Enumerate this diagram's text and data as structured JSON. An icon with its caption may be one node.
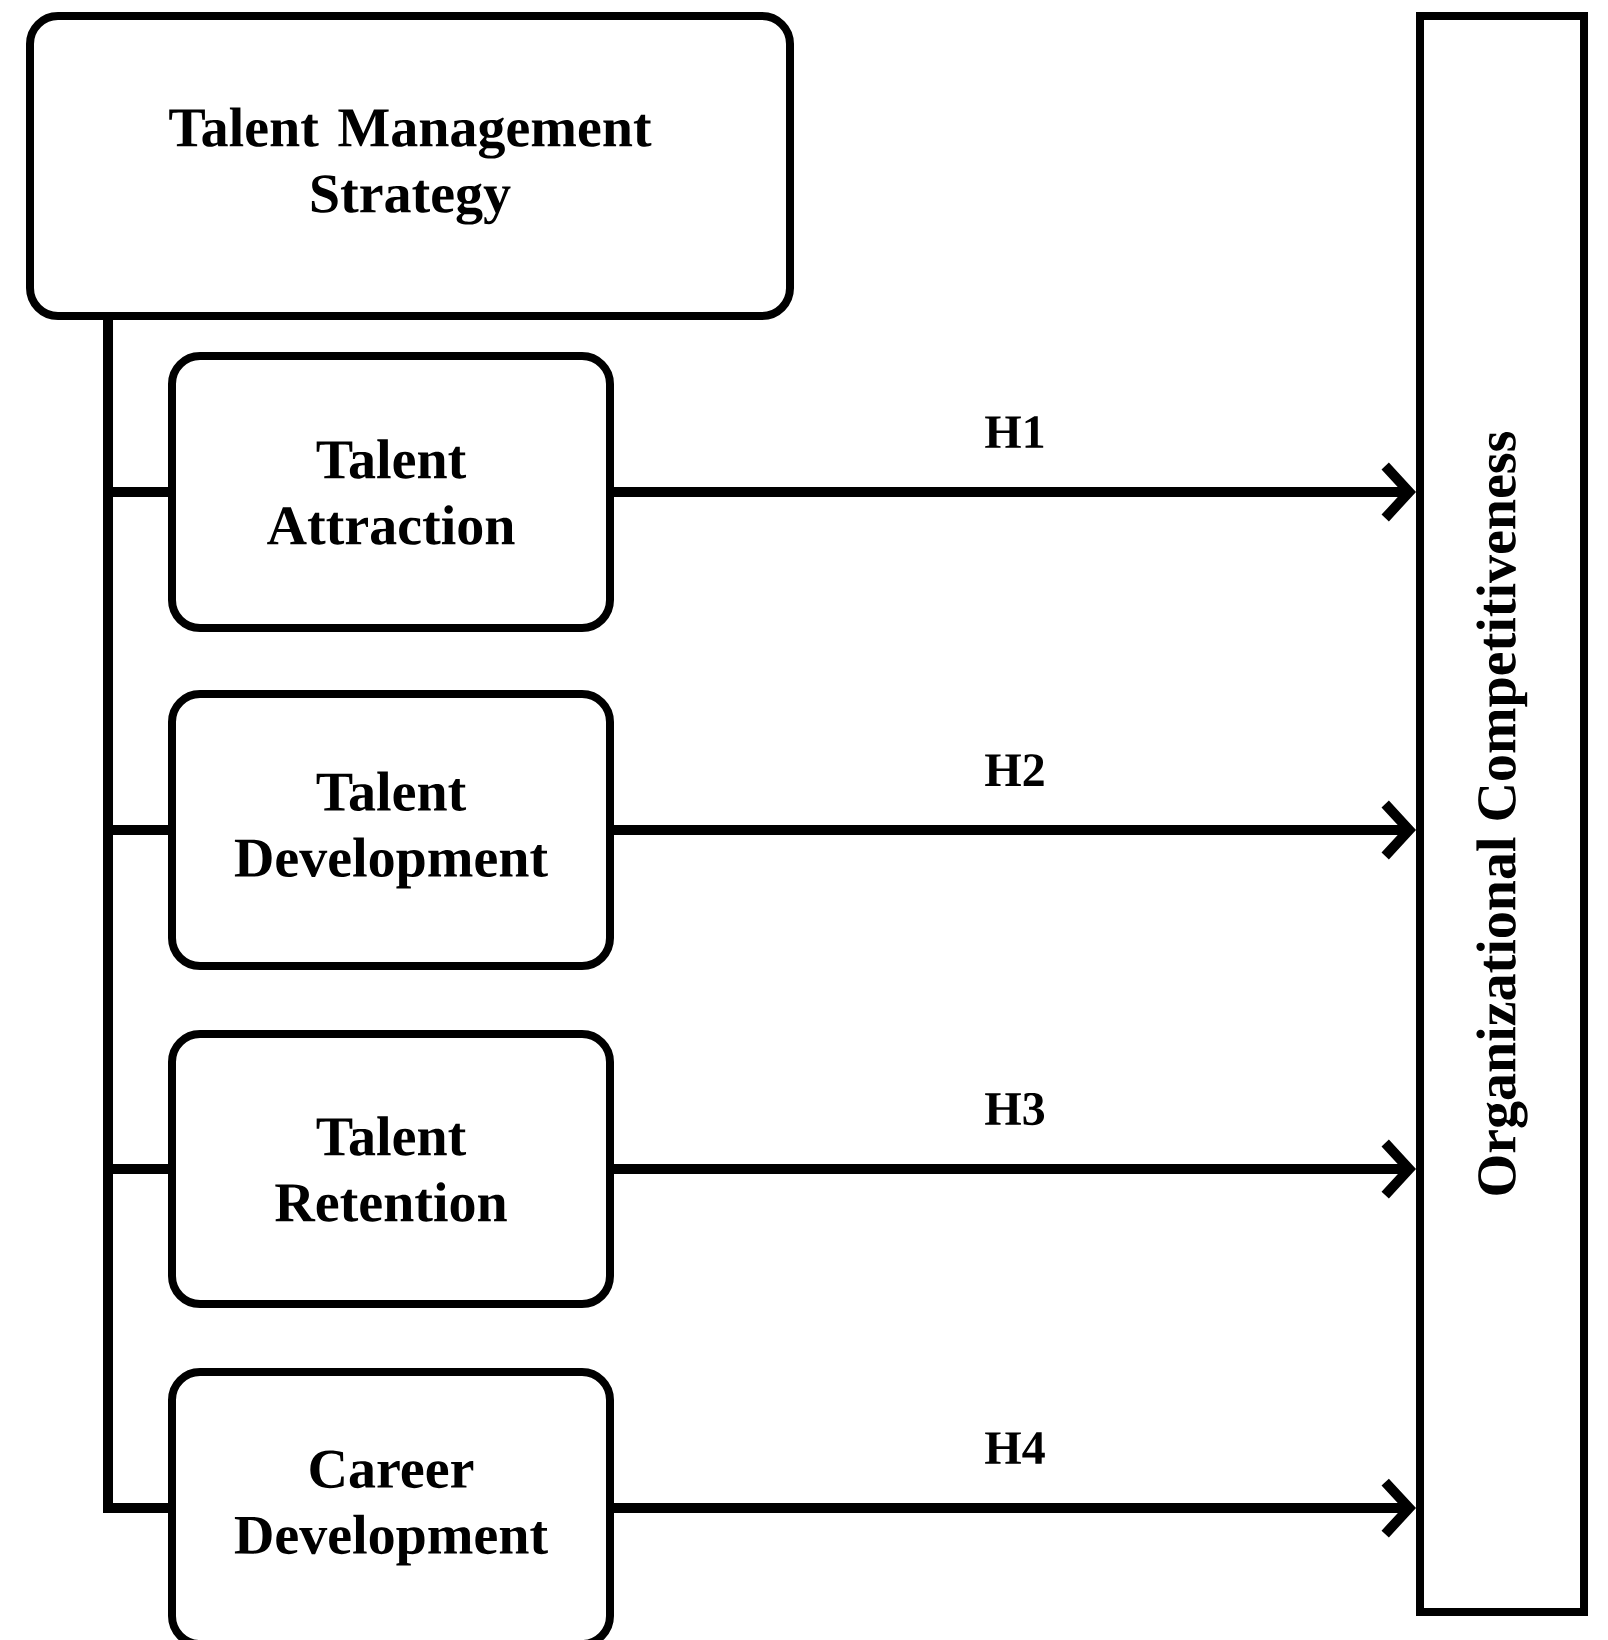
{
  "diagram": {
    "nodes": [
      {
        "text": [
          "Talent Management Strategy"
        ]
      },
      {
        "text": [
          "Talent Attraction"
        ]
      },
      {
        "text": [
          "Talent Development"
        ]
      },
      {
        "text": [
          "Talent Retention"
        ]
      },
      {
        "text": [
          "Career Development"
        ]
      },
      {
        "text": [
          "Organizational Competitiveness"
        ]
      }
    ],
    "edges": [
      {
        "from": 0,
        "to": 1,
        "arrow": "none"
      },
      {
        "from": 0,
        "to": 2,
        "arrow": "none"
      },
      {
        "from": 0,
        "to": 3,
        "arrow": "none"
      },
      {
        "from": 0,
        "to": 4,
        "arrow": "none"
      },
      {
        "from": 1,
        "to": 5,
        "arrow": "to",
        "label": "H1"
      },
      {
        "from": 2,
        "to": 5,
        "arrow": "to",
        "label": "H2"
      },
      {
        "from": 3,
        "to": 5,
        "arrow": "to",
        "label": "H3"
      },
      {
        "from": 4,
        "to": 5,
        "arrow": "to",
        "label": "H4"
      }
    ]
  }
}
